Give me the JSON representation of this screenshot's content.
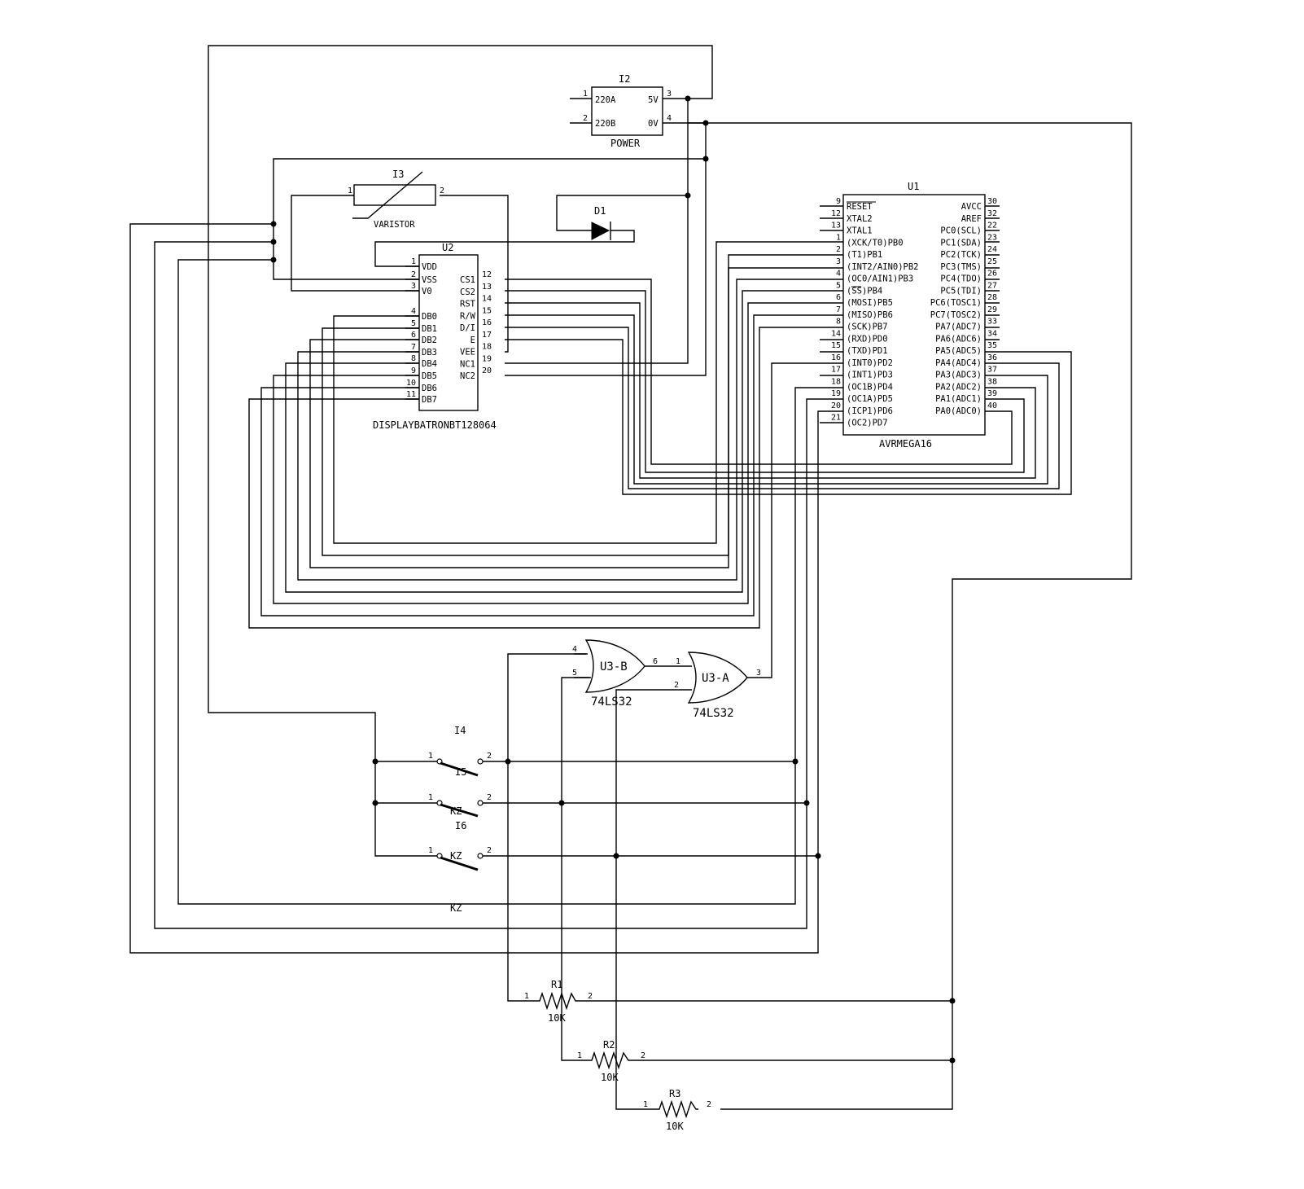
{
  "power": {
    "ref": "I2",
    "name": "POWER",
    "pins": [
      {
        "num": "1",
        "name": "220A"
      },
      {
        "num": "2",
        "name": "220B"
      },
      {
        "num": "3",
        "name": "5V"
      },
      {
        "num": "4",
        "name": "0V"
      }
    ]
  },
  "varistor": {
    "ref": "I3",
    "name": "VARISTOR",
    "pin1": "1",
    "pin2": "2"
  },
  "diode": {
    "ref": "D1"
  },
  "display": {
    "ref": "U2",
    "name": "DISPLAYBATRONBT128064",
    "left_pins": [
      {
        "num": "1",
        "name": "VDD"
      },
      {
        "num": "2",
        "name": "VSS"
      },
      {
        "num": "3",
        "name": "V0"
      },
      {
        "num": "4",
        "name": "DB0"
      },
      {
        "num": "5",
        "name": "DB1"
      },
      {
        "num": "6",
        "name": "DB2"
      },
      {
        "num": "7",
        "name": "DB3"
      },
      {
        "num": "8",
        "name": "DB4"
      },
      {
        "num": "9",
        "name": "DB5"
      },
      {
        "num": "10",
        "name": "DB6"
      },
      {
        "num": "11",
        "name": "DB7"
      }
    ],
    "right_pins": [
      {
        "num": "12",
        "name": "CS1"
      },
      {
        "num": "13",
        "name": "CS2"
      },
      {
        "num": "14",
        "name": "RST"
      },
      {
        "num": "15",
        "name": "R/W"
      },
      {
        "num": "16",
        "name": "D/I"
      },
      {
        "num": "17",
        "name": "E"
      },
      {
        "num": "18",
        "name": "VEE"
      },
      {
        "num": "19",
        "name": "NC1"
      },
      {
        "num": "20",
        "name": "NC2"
      }
    ]
  },
  "mcu": {
    "ref": "U1",
    "name": "AVRMEGA16",
    "left_pins": [
      {
        "num": "9",
        "name": "RESET"
      },
      {
        "num": "12",
        "name": "XTAL2"
      },
      {
        "num": "13",
        "name": "XTAL1"
      },
      {
        "num": "1",
        "name": "(XCK/T0)PB0"
      },
      {
        "num": "2",
        "name": "(T1)PB1"
      },
      {
        "num": "3",
        "name": "(INT2/AIN0)PB2"
      },
      {
        "num": "4",
        "name": "(OC0/AIN1)PB3"
      },
      {
        "num": "5",
        "name": "(SS)PB4"
      },
      {
        "num": "6",
        "name": "(MOSI)PB5"
      },
      {
        "num": "7",
        "name": "(MISO)PB6"
      },
      {
        "num": "8",
        "name": "(SCK)PB7"
      },
      {
        "num": "14",
        "name": "(RXD)PD0"
      },
      {
        "num": "15",
        "name": "(TXD)PD1"
      },
      {
        "num": "16",
        "name": "(INT0)PD2"
      },
      {
        "num": "17",
        "name": "(INT1)PD3"
      },
      {
        "num": "18",
        "name": "(OC1B)PD4"
      },
      {
        "num": "19",
        "name": "(OC1A)PD5"
      },
      {
        "num": "20",
        "name": "(ICP1)PD6"
      },
      {
        "num": "21",
        "name": "(OC2)PD7"
      }
    ],
    "right_pins": [
      {
        "num": "30",
        "name": "AVCC"
      },
      {
        "num": "32",
        "name": "AREF"
      },
      {
        "num": "22",
        "name": "PC0(SCL)"
      },
      {
        "num": "23",
        "name": "PC1(SDA)"
      },
      {
        "num": "24",
        "name": "PC2(TCK)"
      },
      {
        "num": "25",
        "name": "PC3(TMS)"
      },
      {
        "num": "26",
        "name": "PC4(TDO)"
      },
      {
        "num": "27",
        "name": "PC5(TDI)"
      },
      {
        "num": "28",
        "name": "PC6(TOSC1)"
      },
      {
        "num": "29",
        "name": "PC7(TOSC2)"
      },
      {
        "num": "33",
        "name": "PA7(ADC7)"
      },
      {
        "num": "34",
        "name": "PA6(ADC6)"
      },
      {
        "num": "35",
        "name": "PA5(ADC5)"
      },
      {
        "num": "36",
        "name": "PA4(ADC4)"
      },
      {
        "num": "37",
        "name": "PA3(ADC3)"
      },
      {
        "num": "38",
        "name": "PA2(ADC2)"
      },
      {
        "num": "39",
        "name": "PA1(ADC1)"
      },
      {
        "num": "40",
        "name": "PA0(ADC0)"
      }
    ]
  },
  "gates": [
    {
      "ref": "U3-B",
      "part": "74LS32",
      "in1": "4",
      "in2": "5",
      "out": "6"
    },
    {
      "ref": "U3-A",
      "part": "74LS32",
      "in1": "1",
      "in2": "2",
      "out": "3"
    }
  ],
  "switches": {
    "ref_top": "I4",
    "labels": [
      "I5",
      "KZ",
      "I6",
      "KZ",
      "KZ"
    ],
    "pin1": "1",
    "pin2": "2"
  },
  "resistors": [
    {
      "ref": "R1",
      "value": "10K",
      "pin1": "1",
      "pin2": "2"
    },
    {
      "ref": "R2",
      "value": "10K",
      "pin1": "1",
      "pin2": "2"
    },
    {
      "ref": "R3",
      "value": "10K",
      "pin1": "1",
      "pin2": "2"
    }
  ]
}
